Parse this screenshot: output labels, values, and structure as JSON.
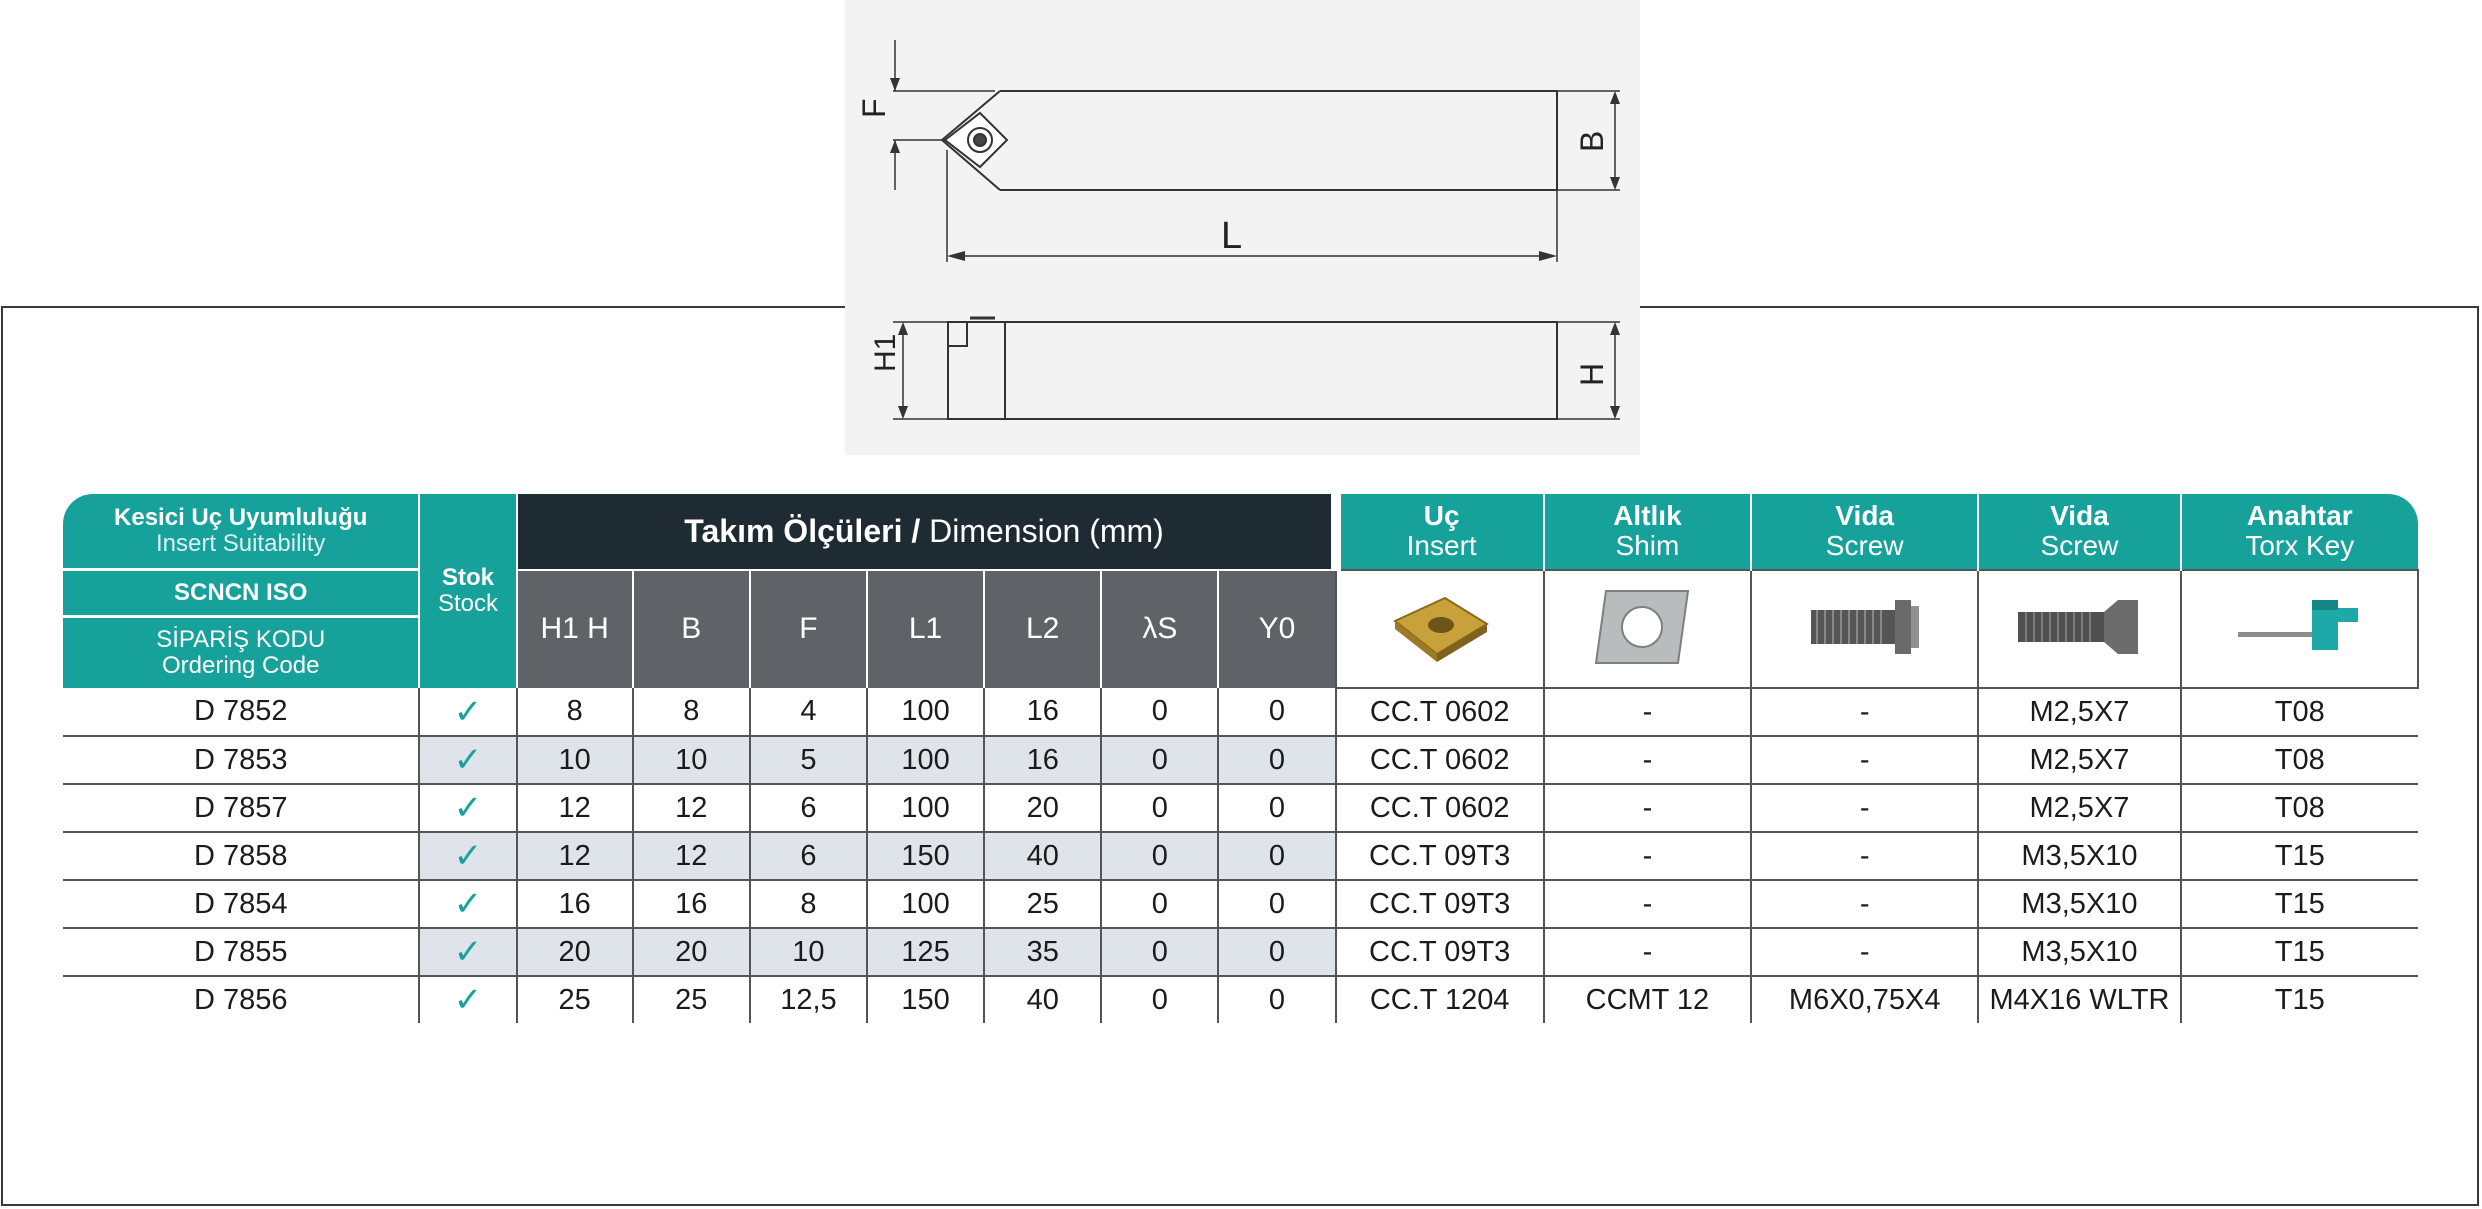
{
  "drawing": {
    "labels": {
      "f": "F",
      "b": "B",
      "l": "L",
      "h1": "H1",
      "h": "H"
    }
  },
  "table": {
    "insert_suitability": {
      "tr": "Kesici Uç Uyumluluğu",
      "en": "Insert Suitability"
    },
    "iso": "SCNCN ISO",
    "ordering_code": {
      "tr": "SİPARİŞ KODU",
      "en": "Ordering Code"
    },
    "stock": {
      "tr": "Stok",
      "en": "Stock"
    },
    "dimension_title": {
      "tr": "Takım Ölçüleri",
      "sep": " / ",
      "en": "Dimension (mm)"
    },
    "dim_columns": [
      "H1 H",
      "B",
      "F",
      "L1",
      "L2",
      "λS",
      "Y0"
    ],
    "accessory_columns": [
      {
        "tr": "Uç",
        "en": "Insert",
        "icon": "insert-icon"
      },
      {
        "tr": "Altlık",
        "en": "Shim",
        "icon": "shim-icon"
      },
      {
        "tr": "Vida",
        "en": "Screw",
        "icon": "shim-screw-icon"
      },
      {
        "tr": "Vida",
        "en": "Screw",
        "icon": "clamp-screw-icon"
      },
      {
        "tr": "Anahtar",
        "en": "Torx Key",
        "icon": "torx-key-icon"
      }
    ],
    "check_mark": "✓",
    "rows": [
      {
        "code": "D 7852",
        "h1h": "8",
        "b": "8",
        "f": "4",
        "l1": "100",
        "l2": "16",
        "ls": "0",
        "y0": "0",
        "insert": "CC.T 0602",
        "shim": "-",
        "screw1": "-",
        "screw2": "M2,5X7",
        "key": "T08"
      },
      {
        "code": "D 7853",
        "h1h": "10",
        "b": "10",
        "f": "5",
        "l1": "100",
        "l2": "16",
        "ls": "0",
        "y0": "0",
        "insert": "CC.T 0602",
        "shim": "-",
        "screw1": "-",
        "screw2": "M2,5X7",
        "key": "T08"
      },
      {
        "code": "D 7857",
        "h1h": "12",
        "b": "12",
        "f": "6",
        "l1": "100",
        "l2": "20",
        "ls": "0",
        "y0": "0",
        "insert": "CC.T 0602",
        "shim": "-",
        "screw1": "-",
        "screw2": "M2,5X7",
        "key": "T08"
      },
      {
        "code": "D 7858",
        "h1h": "12",
        "b": "12",
        "f": "6",
        "l1": "150",
        "l2": "40",
        "ls": "0",
        "y0": "0",
        "insert": "CC.T 09T3",
        "shim": "-",
        "screw1": "-",
        "screw2": "M3,5X10",
        "key": "T15"
      },
      {
        "code": "D 7854",
        "h1h": "16",
        "b": "16",
        "f": "8",
        "l1": "100",
        "l2": "25",
        "ls": "0",
        "y0": "0",
        "insert": "CC.T 09T3",
        "shim": "-",
        "screw1": "-",
        "screw2": "M3,5X10",
        "key": "T15"
      },
      {
        "code": "D 7855",
        "h1h": "20",
        "b": "20",
        "f": "10",
        "l1": "125",
        "l2": "35",
        "ls": "0",
        "y0": "0",
        "insert": "CC.T 09T3",
        "shim": "-",
        "screw1": "-",
        "screw2": "M3,5X10",
        "key": "T15"
      },
      {
        "code": "D 7856",
        "h1h": "25",
        "b": "25",
        "f": "12,5",
        "l1": "150",
        "l2": "40",
        "ls": "0",
        "y0": "0",
        "insert": "CC.T 1204",
        "shim": "CCMT 12",
        "screw1": "M6X0,75X4",
        "screw2": "M4X16 WLTR",
        "key": "T15"
      }
    ]
  },
  "colors": {
    "teal": "#16a29a",
    "dark_header": "#1f2b33",
    "grey_header": "#5f6368",
    "row_shade": "#dfe3ea",
    "insert_gold": "#c9a13a"
  }
}
